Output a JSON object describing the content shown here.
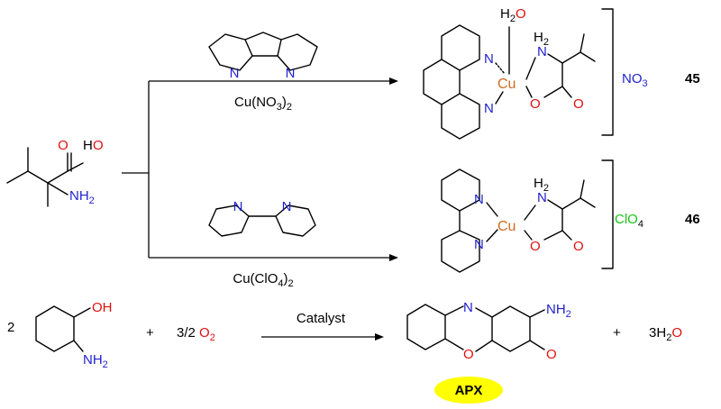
{
  "colors": {
    "nitrogen": "#1f1fd0",
    "oxygen": "#e01010",
    "copper": "#d2691e",
    "chlorine": "#18c418",
    "carbon_bond": "#000000",
    "apx_highlight": "#ffff00"
  },
  "reactions": {
    "top_reagent": "Cu(NO3)2",
    "bottom_reagent": "Cu(ClO4)2",
    "catalyst_label": "Catalyst"
  },
  "complexes": [
    {
      "counter_ion": "NO3",
      "number": "45",
      "water": "H2O",
      "metal": "Cu"
    },
    {
      "counter_ion": "ClO4",
      "number": "46",
      "metal": "Cu"
    }
  ],
  "equation": {
    "reactant_coeff": "2",
    "plus1": "+",
    "oxygen": "3/2 O2",
    "plus2": "+",
    "product_water": "3H2O",
    "product_label": "APX"
  },
  "atoms": {
    "N": "N",
    "O": "O",
    "OH": "OH",
    "NH2": "NH2",
    "H2": "H2",
    "NH": "N"
  }
}
